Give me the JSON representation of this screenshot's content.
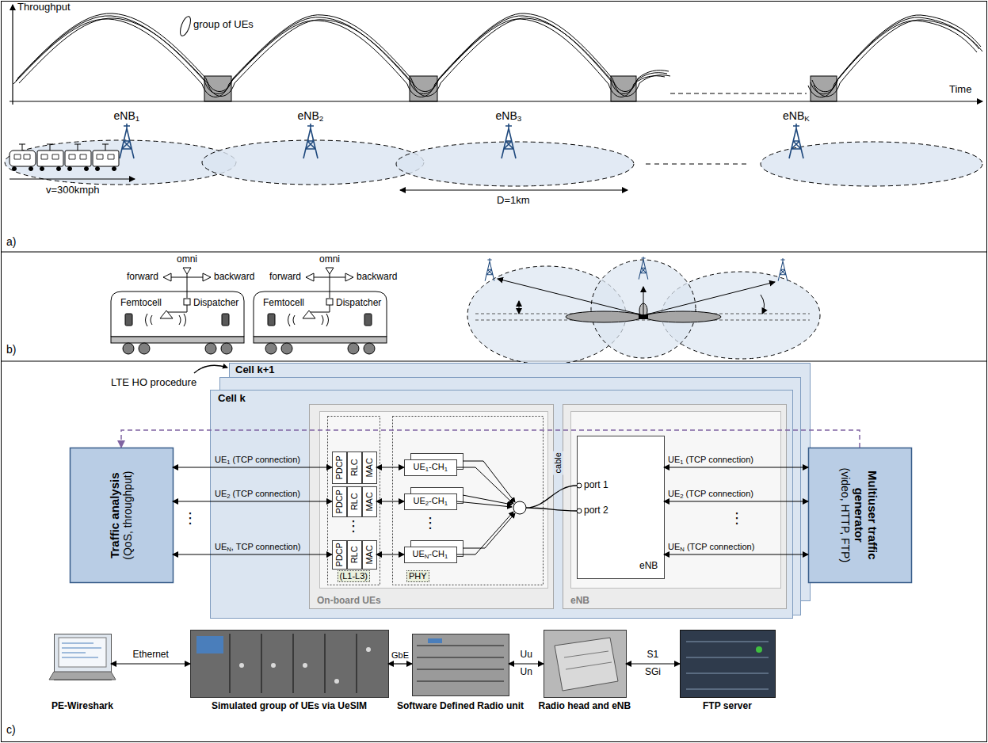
{
  "diagram": {
    "nodes": [
      {
        "text": [
          "Cell k+1"
        ]
      },
      {
        "text": [
          "Cell k"
        ]
      },
      {
        "text": [
          "On-board UEs"
        ],
        "in": 1
      },
      {
        "text": [
          "(L1-L3)"
        ],
        "in": 2
      },
      {
        "text": [
          "PHY"
        ],
        "in": 2
      },
      {
        "text": [
          "PDCP"
        ],
        "in": 3
      },
      {
        "text": [
          "RLC"
        ],
        "in": 3
      },
      {
        "text": [
          "MAC"
        ],
        "in": 3
      },
      {
        "text": [
          "PDCP"
        ],
        "in": 3
      },
      {
        "text": [
          "RLC"
        ],
        "in": 3
      },
      {
        "text": [
          "MAC"
        ],
        "in": 3
      },
      {
        "text": [
          "PDCP"
        ],
        "in": 3
      },
      {
        "text": [
          "RLC"
        ],
        "in": 3
      },
      {
        "text": [
          "MAC"
        ],
        "in": 3
      },
      {
        "text": [
          "UE1-CH1"
        ],
        "in": 4
      },
      {
        "text": [
          "UE2-CH1"
        ],
        "in": 4
      },
      {
        "text": [
          "UEN-CH1"
        ],
        "in": 4
      },
      {
        "text": [
          "eNB"
        ],
        "in": 1
      },
      {
        "text": [
          "port 1",
          "port 2",
          "eNB"
        ],
        "in": 17
      },
      {
        "text": [
          "Traffic analysis",
          "(QoS, throughput)"
        ]
      },
      {
        "text": [
          "Multiuser traffic generator",
          "(video, HTTP, FTP)"
        ]
      },
      {
        "text": [
          "PE-Wireshark"
        ]
      },
      {
        "text": [
          "Simulated group of UEs via UeSIM"
        ]
      },
      {
        "text": [
          "Software Defined Radio unit"
        ]
      },
      {
        "text": [
          "Radio head and eNB"
        ]
      },
      {
        "text": [
          "FTP server"
        ]
      }
    ],
    "edges": [
      {
        "from": 19,
        "to": 5,
        "arrow": "both",
        "label": "UE1 (TCP connection)"
      },
      {
        "from": 19,
        "to": 8,
        "arrow": "both",
        "label": "UE2 (TCP connection)"
      },
      {
        "from": 19,
        "to": 11,
        "arrow": "both",
        "label": "UEN, TCP connection)"
      },
      {
        "from": 7,
        "to": 14,
        "arrow": "both"
      },
      {
        "from": 10,
        "to": 15,
        "arrow": "both"
      },
      {
        "from": 13,
        "to": 16,
        "arrow": "both"
      },
      {
        "from": 18,
        "to": 20,
        "arrow": "both",
        "label": "UE1 (TCP connection)"
      },
      {
        "from": 18,
        "to": 20,
        "arrow": "both",
        "label": "UE2 (TCP connection)"
      },
      {
        "from": 18,
        "to": 20,
        "arrow": "both",
        "label": "UEN (TCP connection)"
      },
      {
        "from": 20,
        "to": 19,
        "arrow": "to"
      },
      {
        "from": 21,
        "to": 22,
        "arrow": "both",
        "label": "Ethernet"
      },
      {
        "from": 22,
        "to": 23,
        "arrow": "both",
        "label": "GbE"
      },
      {
        "from": 23,
        "to": 24,
        "arrow": "both",
        "label": "Uu"
      },
      {
        "from": 24,
        "to": 25,
        "arrow": "both",
        "label": "S1"
      }
    ],
    "labels": [
      "Throughput",
      "group of UEs",
      "Time",
      "eNB1",
      "eNB2",
      "eNB3",
      "eNBK",
      "v=300kmph",
      "D=1km",
      "a)",
      "omni",
      "forward",
      "backward",
      "Femtocell",
      "Dispatcher",
      "omni",
      "forward",
      "backward",
      "Femtocell",
      "Dispatcher",
      "b)",
      "LTE HO procedure",
      "⋮",
      "⋮",
      "⋮",
      "⋮",
      "cable",
      "Un",
      "SGi",
      "c)"
    ]
  }
}
